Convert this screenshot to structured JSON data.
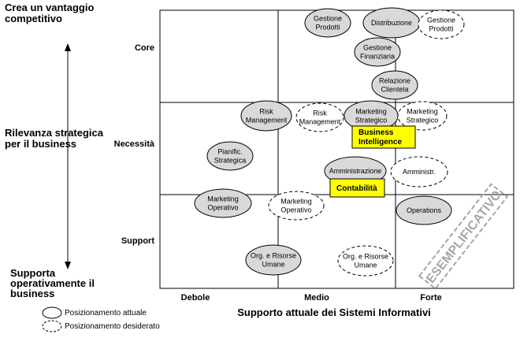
{
  "y_axis": {
    "top": "Crea un vantaggio\ncompetitivo",
    "middle": "Rilevanza strategica\nper il business",
    "bottom": "Supporta\noperativamente il\nbusiness"
  },
  "rows": [
    "Core",
    "Necessità",
    "Support"
  ],
  "columns": [
    "Debole",
    "Medio",
    "Forte"
  ],
  "x_title": "Supporto attuale dei Sistemi Informativi",
  "legend": {
    "actual": "Posizionamento attuale",
    "desired": "Posizionamento desiderato"
  },
  "stamp": "ESEMPLIFICATIVO",
  "nodes": [
    {
      "text": "Gestione\nProdotti",
      "style": "actual"
    },
    {
      "text": "Distribuzione",
      "style": "actual"
    },
    {
      "text": "Gestione\nProdotti",
      "style": "desired"
    },
    {
      "text": "Gestione\nFinanziaria",
      "style": "actual"
    },
    {
      "text": "Relazione\nClientela",
      "style": "actual"
    },
    {
      "text": "Risk\nManagement",
      "style": "actual"
    },
    {
      "text": "Risk\nManagement",
      "style": "desired"
    },
    {
      "text": "Marketing\nStrategico",
      "style": "actual"
    },
    {
      "text": "Marketing\nStrategico",
      "style": "desired"
    },
    {
      "text": "Pianific.\nStrategica",
      "style": "actual"
    },
    {
      "text": "Amministrazione",
      "style": "actual"
    },
    {
      "text": "Amministr.",
      "style": "desired"
    },
    {
      "text": "Marketing\nOperativo",
      "style": "actual"
    },
    {
      "text": "Marketing\nOperativo",
      "style": "desired"
    },
    {
      "text": "Operations",
      "style": "actual"
    },
    {
      "text": "Org. e Risorse\nUmane",
      "style": "actual"
    },
    {
      "text": "Org. e Risorse\nUmane",
      "style": "desired"
    }
  ],
  "highlights": [
    "Business\nIntelligence",
    "Contabilità"
  ]
}
